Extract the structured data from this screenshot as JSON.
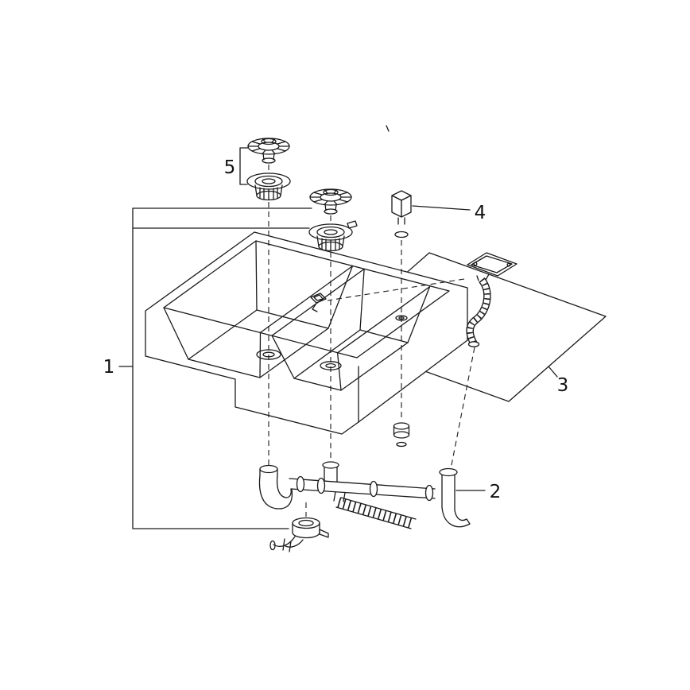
{
  "canvas": {
    "background": "#ffffff",
    "line_color": "#1a1a1a",
    "label_color": "#111111"
  },
  "labels": [
    {
      "id": "callout-1",
      "text": "1"
    },
    {
      "id": "callout-2",
      "text": "2"
    },
    {
      "id": "callout-3",
      "text": "3"
    },
    {
      "id": "callout-4",
      "text": "4"
    },
    {
      "id": "callout-5",
      "text": "5"
    }
  ]
}
